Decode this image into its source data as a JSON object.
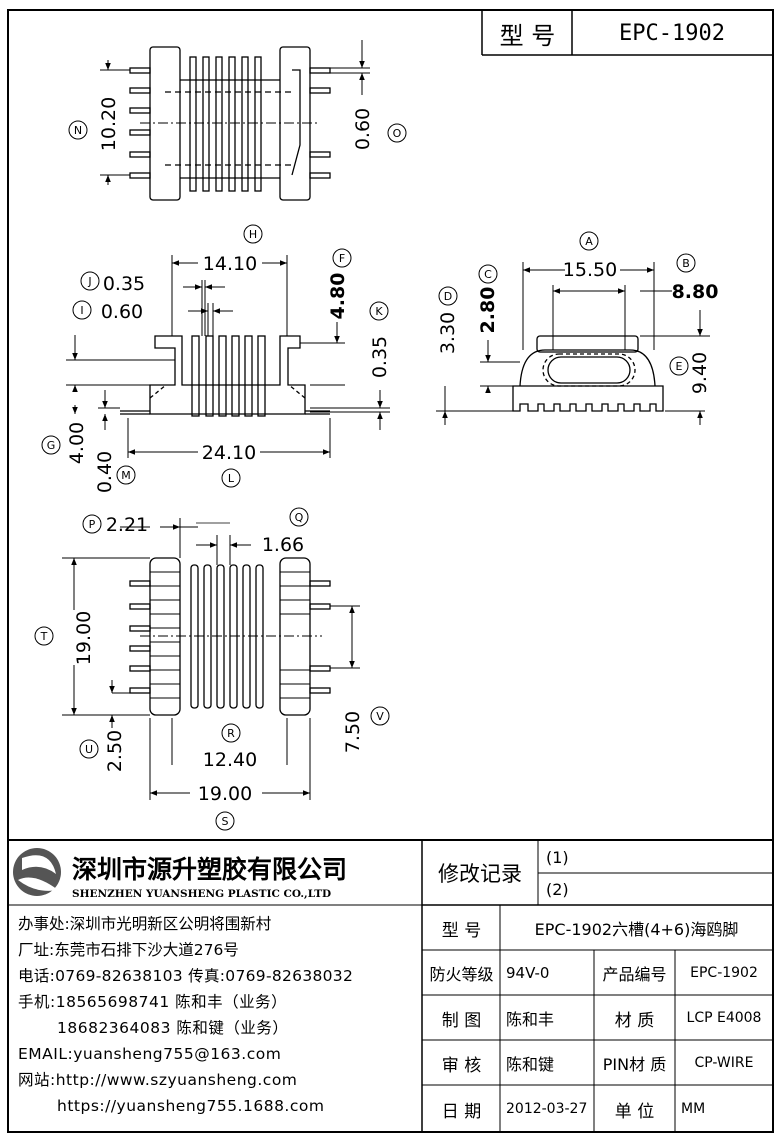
{
  "header": {
    "model_label": "型 号",
    "model_value": "EPC-1902"
  },
  "dims": {
    "N": "10.20",
    "O": "0.60",
    "H": "14.10",
    "J": "0.35",
    "I": "0.60",
    "F": "4.80",
    "K": "0.35",
    "G": "4.00",
    "M": "0.40",
    "L": "24.10",
    "A": "15.50",
    "B": "8.80",
    "C": "2.80",
    "D": "3.30",
    "E": "9.40",
    "P": "2.21",
    "Q": "1.66",
    "T": "19.00",
    "U": "2.50",
    "R": "12.40",
    "V": "7.50",
    "S": "19.00"
  },
  "company": {
    "name_cn": "深圳市源升塑胶有限公司",
    "name_en": "SHENZHEN YUANSHENG PLASTIC CO.,LTD",
    "office": "办事处:深圳市光明新区公明将围新村",
    "factory": "厂址:东莞市石排下沙大道276号",
    "phone": "电话:0769-82638103 传真:0769-82638032",
    "mobile1": "手机:18565698741 陈和丰（业务）",
    "mobile2": "18682364083 陈和键（业务）",
    "email": "EMAIL:yuansheng755@163.com",
    "web": "网站:http://www.szyuansheng.com",
    "web2": "https://yuansheng755.1688.com"
  },
  "record": {
    "label": "修改记录",
    "rev1": "(1)",
    "rev2": "(2)"
  },
  "table": {
    "model_label": "型 号",
    "model_value": "EPC-1902六槽(4+6)海鸥脚",
    "fire_label": "防火等级",
    "fire_value": "94V-0",
    "pn_label": "产品编号",
    "pn_value": "EPC-1902",
    "drawn_label": "制 图",
    "drawn_value": "陈和丰",
    "material_label": "材 质",
    "material_value": "LCP E4008",
    "check_label": "审 核",
    "check_value": "陈和键",
    "pin_label": "PIN材 质",
    "pin_value": "CP-WIRE",
    "date_label": "日 期",
    "date_value": "2012-03-27",
    "unit_label": "单 位",
    "unit_value": "MM"
  }
}
